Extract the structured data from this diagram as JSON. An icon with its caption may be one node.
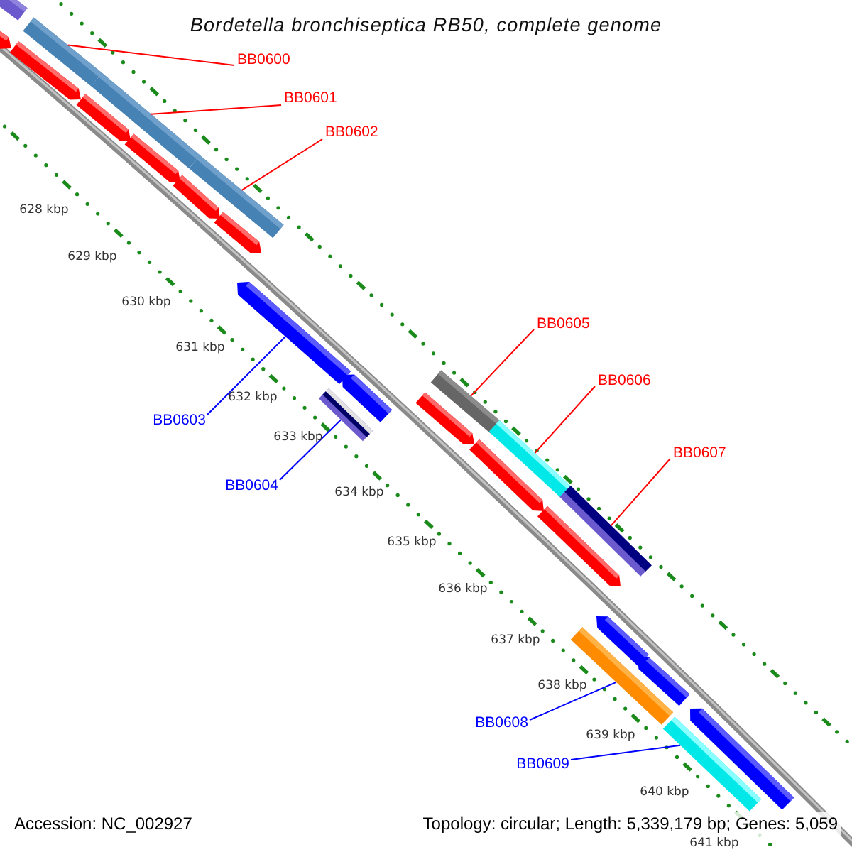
{
  "diagram": {
    "title": "Bordetella bronchiseptica RB50, complete genome",
    "nodes": [
      {
        "text": [
          "BB0600"
        ]
      },
      {
        "text": [
          "BB0601"
        ]
      },
      {
        "text": [
          "BB0602"
        ]
      },
      {
        "text": [
          "BB0603"
        ]
      },
      {
        "text": [
          "BB0604"
        ]
      },
      {
        "text": [
          "BB0605"
        ]
      },
      {
        "text": [
          "BB0606"
        ]
      },
      {
        "text": [
          "BB0607"
        ]
      },
      {
        "text": [
          "BB0608"
        ]
      },
      {
        "text": [
          "BB0609"
        ]
      },
      {
        "text": [],
        "shape": "bar"
      },
      {
        "text": [],
        "shape": "bar"
      },
      {
        "text": [],
        "shape": "bar"
      },
      {
        "text": [],
        "shape": "bar"
      },
      {
        "text": [],
        "shape": "bar"
      },
      {
        "text": [],
        "shape": "bar"
      },
      {
        "text": [],
        "shape": "bar"
      },
      {
        "text": [],
        "shape": "bar"
      },
      {
        "text": [],
        "shape": "bar"
      },
      {
        "text": [],
        "shape": "bar"
      }
    ],
    "edges": [
      {
        "from": 0,
        "to": 10,
        "arrow": "none"
      },
      {
        "from": 1,
        "to": 11,
        "arrow": "none"
      },
      {
        "from": 2,
        "to": 12,
        "arrow": "none"
      },
      {
        "from": 3,
        "to": 13,
        "arrow": "none",
        "color": "#0000ff"
      },
      {
        "from": 4,
        "to": 14,
        "arrow": "none",
        "color": "#0000ff"
      },
      {
        "from": 5,
        "to": 15,
        "arrow": "none"
      },
      {
        "from": 6,
        "to": 16,
        "arrow": "none"
      },
      {
        "from": 7,
        "to": 17,
        "arrow": "none"
      },
      {
        "from": 8,
        "to": 18,
        "arrow": "none",
        "color": "#0000ff"
      },
      {
        "from": 9,
        "to": 19,
        "arrow": "none",
        "color": "#0000ff"
      }
    ],
    "labels": [
      "628 kbp",
      "629 kbp",
      "630 kbp",
      "631 kbp",
      "632 kbp",
      "633 kbp",
      "634 kbp",
      "635 kbp",
      "636 kbp",
      "637 kbp",
      "638 kbp",
      "639 kbp",
      "640 kbp",
      "641 kbp",
      "Accession: NC_002927",
      "Topology: circular; Length: 5,339,179 bp; Genes: 5,059"
    ]
  }
}
